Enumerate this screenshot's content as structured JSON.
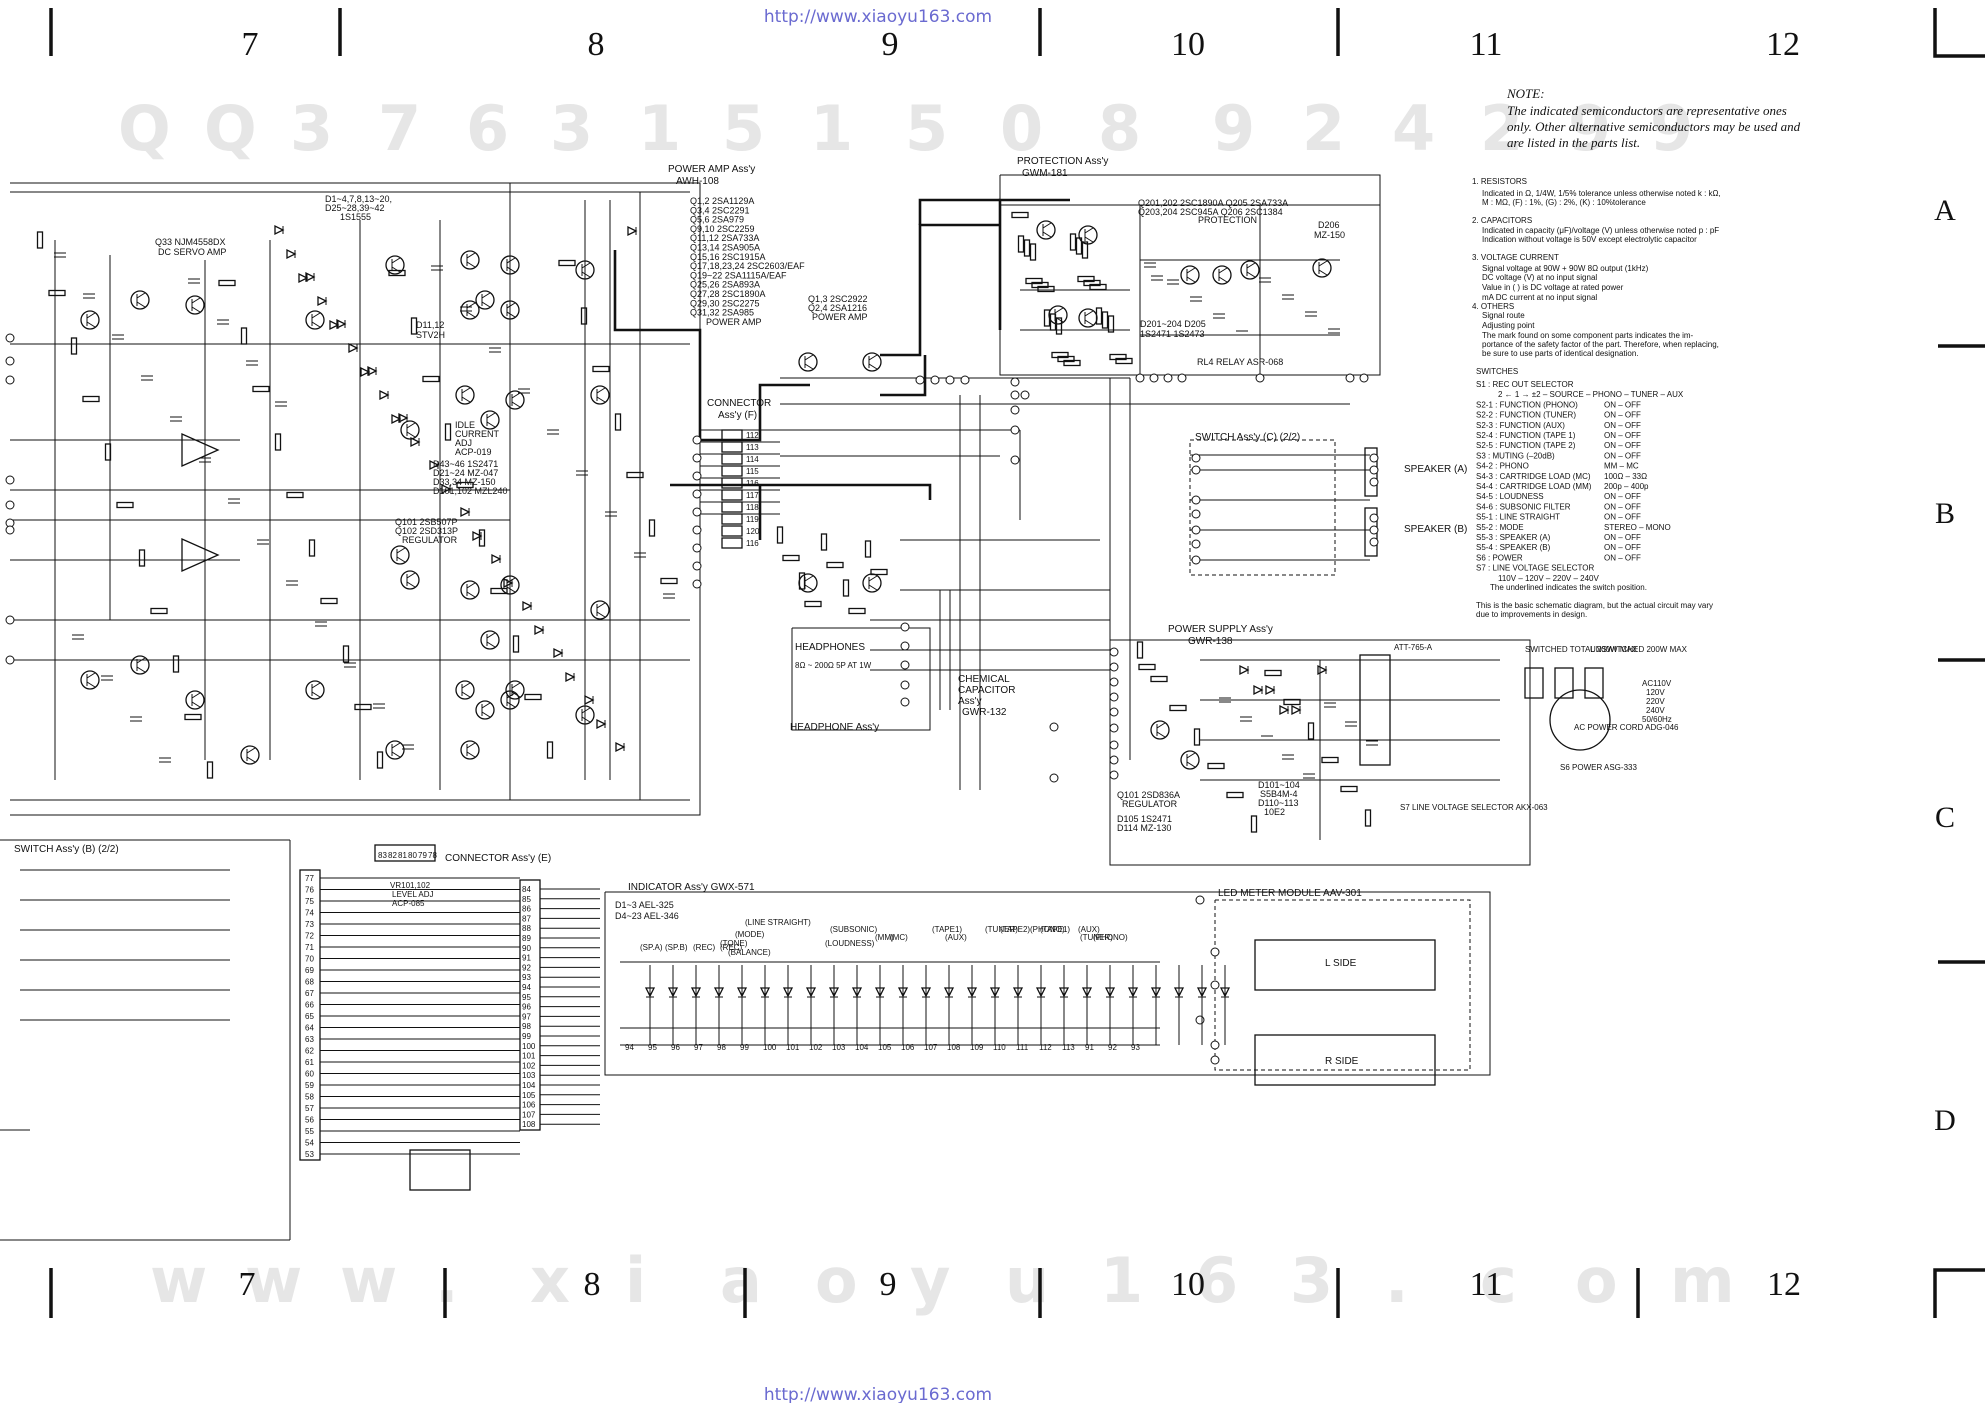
{
  "watermark": {
    "url": "http://www.xiaoyu163.com",
    "serial_chars": [
      "Q",
      "Q",
      "3",
      "7",
      "6",
      "3",
      "1",
      "5",
      "1",
      "5",
      "0",
      "8",
      "9",
      "2",
      "4",
      "2",
      "9",
      "9"
    ],
    "footer_chars": [
      "w",
      "w",
      "w",
      ".",
      "x",
      "i",
      "a",
      "o",
      "y",
      "u",
      "1",
      "6",
      "3",
      ".",
      "c",
      "o",
      "m"
    ]
  },
  "grid": {
    "columns": [
      "7",
      "8",
      "9",
      "10",
      "11",
      "12"
    ],
    "rows": [
      "A",
      "B",
      "C",
      "D"
    ]
  },
  "note": {
    "heading": "NOTE:",
    "lines": [
      "The indicated semiconductors are representative ones",
      "only. Other alternative semiconductors may be used and",
      "are listed in the parts list."
    ]
  },
  "legend": {
    "lines": [
      "1. RESISTORS",
      "Indicated in Ω, 1/4W, 1/5% tolerance unless otherwise noted k : kΩ,",
      "M : MΩ, (F) : 1%, (G) : 2%, (K) : 10%tolerance",
      "2. CAPACITORS",
      "Indicated in capacity (μF)/voltage (V) unless otherwise noted p : pF",
      "Indication without voltage is 50V except electrolytic capacitor",
      "3. VOLTAGE CURRENT",
      "Signal voltage at 90W + 90W 8Ω output (1kHz)",
      "DC voltage (V) at no input signal",
      "Value in ( ) is DC voltage at rated power",
      "mA DC current at no input signal",
      "4. OTHERS",
      "Signal route",
      "Adjusting point",
      "The mark found on some component parts indicates the im-",
      "portance of the safety factor of the part. Therefore, when replacing,",
      "be sure to use parts of identical designation."
    ],
    "switches_title": "SWITCHES",
    "switches": [
      [
        "S1 : REC OUT SELECTOR",
        ""
      ],
      [
        "2 ← 1 → ±2 – SOURCE – PHONO – TUNER – AUX",
        ""
      ],
      [
        "S2-1 : FUNCTION (PHONO)",
        "ON – OFF"
      ],
      [
        "S2-2 : FUNCTION (TUNER)",
        "ON – OFF"
      ],
      [
        "S2-3 : FUNCTION (AUX)",
        "ON – OFF"
      ],
      [
        "S2-4 : FUNCTION (TAPE 1)",
        "ON – OFF"
      ],
      [
        "S2-5 : FUNCTION (TAPE 2)",
        "ON – OFF"
      ],
      [
        "S3 : MUTING (–20dB)",
        "ON – OFF"
      ],
      [
        "S4-2 : PHONO",
        "MM – MC"
      ],
      [
        "S4-3 : CARTRIDGE LOAD (MC)",
        "100Ω – 33Ω"
      ],
      [
        "S4-4 : CARTRIDGE LOAD (MM)",
        "200p – 400p"
      ],
      [
        "S4-5 : LOUDNESS",
        "ON – OFF"
      ],
      [
        "S4-6 : SUBSONIC FILTER",
        "ON – OFF"
      ],
      [
        "S5-1 : LINE STRAIGHT",
        "ON – OFF"
      ],
      [
        "S5-2 : MODE",
        "STEREO – MONO"
      ],
      [
        "S5-3 : SPEAKER (A)",
        "ON – OFF"
      ],
      [
        "S5-4 : SPEAKER (B)",
        "ON – OFF"
      ],
      [
        "S6 : POWER",
        "ON – OFF"
      ],
      [
        "S7 : LINE VOLTAGE SELECTOR",
        ""
      ],
      [
        "110V – 120V – 220V – 240V",
        ""
      ]
    ],
    "underline_note": "The underlined indicates the switch position.",
    "basic_note": [
      "This is the basic schematic diagram, but the actual circuit may vary",
      "due to improvements in design."
    ]
  },
  "blocks": {
    "power_amp": {
      "title": "POWER AMP Ass'y",
      "part": "AWH-108"
    },
    "protection": {
      "title": "PROTECTION Ass'y",
      "part": "GWM-181",
      "sub": "PROTECTION"
    },
    "connector_f": {
      "title": "CONNECTOR",
      "part": "Ass'y (F)"
    },
    "switch_c": {
      "title": "SWITCH Ass'y (C) (2/2)"
    },
    "power_supply": {
      "title": "POWER SUPPLY Ass'y",
      "part": "GWR-138"
    },
    "headphone": {
      "title": "HEADPHONE Ass'y",
      "jack": "HEADPHONES",
      "spec": "8Ω ~ 200Ω  5P AT 1W"
    },
    "chemical_cap": {
      "lines": [
        "CHEMICAL",
        "CAPACITOR",
        "Ass'y",
        "GWR-132"
      ]
    },
    "switch_b": {
      "title": "SWITCH Ass'y (B) (2/2)"
    },
    "connector_e": {
      "title": "CONNECTOR Ass'y (E)"
    },
    "indicator": {
      "title": "INDICATOR Ass'y  GWX-571",
      "d1": "D1~3  AEL-325",
      "d4": "D4~23  AEL-346"
    },
    "led_meter": {
      "title": "LED METER MODULE  AAV-301",
      "l_side": "L SIDE",
      "r_side": "R SIDE"
    },
    "speaker_a": "SPEAKER (A)",
    "speaker_b": "SPEAKER (B)",
    "ac_outlets": {
      "switched": "SWITCHED TOTAL 200W MAX",
      "unswitched": "UNSWITCHED 200W MAX"
    },
    "ac_in": [
      "AC110V",
      "120V",
      "220V",
      "240V",
      "50/60Hz"
    ],
    "ac_cord": "AC POWER CORD ADG-046",
    "s6": "S6 POWER ASG-333",
    "s7": "S7 LINE VOLTAGE SELECTOR AKX-063",
    "transformer": "ATT-765-A",
    "rl4": "RL4 RELAY  ASR-068",
    "vr101": [
      "VR101,102",
      "LEVEL ADJ",
      "ACP-085"
    ]
  },
  "parts": {
    "q33": [
      "Q33 NJM4558DX",
      "DC SERVO AMP"
    ],
    "diodes": [
      "D1~4,7,8,13~20,",
      "D25~28,39~42",
      "1S1555"
    ],
    "d11": [
      "D11,12",
      "STV2H"
    ],
    "d43": [
      "D43~46  1S2471",
      "D21~24  MZ-047",
      "D33,34  MZ-150",
      "D101,102  MZL240"
    ],
    "q101": [
      "Q101  2SB507P",
      "Q102  2SD313P",
      "REGULATOR"
    ],
    "transistors": [
      "Q1,2  2SA1129A",
      "Q3,4  2SC2291",
      "Q5,6  2SA979",
      "Q9,10  2SC2259",
      "Q11,12  2SA733A",
      "Q13,14  2SA905A",
      "Q15,16  2SC1915A",
      "Q17,18,23,24  2SC2603/EAF",
      "Q19~22  2SA1115A/EAF",
      "Q25,26  2SA893A",
      "Q27,28  2SC1890A",
      "Q29,30  2SC2275",
      "Q31,32  2SA985",
      "POWER AMP"
    ],
    "q13": [
      "Q1,3  2SC2922",
      "Q2,4  2SA1216",
      "POWER AMP"
    ],
    "prot_q": [
      "Q201,202  2SC1890A  Q205  2SA733A",
      "Q203,204  2SC945A  Q206  2SC1384"
    ],
    "d206": [
      "D206",
      "MZ-150"
    ],
    "d201": [
      "D201~204  D205",
      "1S2471  1S2473"
    ],
    "ps_q": [
      "Q101  2SD836A",
      "REGULATOR",
      "D105  1S2471",
      "D114  MZ-130"
    ],
    "ps_d": [
      "D101~104",
      "S5B4M-4",
      "D110~113",
      "10E2"
    ],
    "idle": [
      "IDLE",
      "CURRENT",
      "ADJ",
      "ACP-019"
    ]
  },
  "indicator_labels": [
    "(LINE STRAIGHT)",
    "(MODE)",
    "(TONE)",
    "(BALANCE)",
    "(SUBSONIC)",
    "(LOUDNESS)",
    "(MM)",
    "(MC)",
    "(TAPE1)",
    "(AUX)",
    "(TUNER)",
    "(PHONO)",
    "(TAPE2)",
    "(TAPE1)",
    "(AUX)",
    "(TUNER)",
    "(PHONO)",
    "(SP.A)",
    "(SP.B)",
    "(REC)",
    "(REC)"
  ],
  "pins": {
    "connector_f": [
      "112",
      "113",
      "114",
      "115",
      "116",
      "117",
      "118",
      "119",
      "120",
      "116"
    ],
    "connector_e_left": [
      "77",
      "76",
      "75",
      "74",
      "73",
      "72",
      "71",
      "70",
      "69",
      "68",
      "67",
      "66",
      "65",
      "64",
      "63",
      "62",
      "61",
      "60",
      "59",
      "58",
      "57",
      "56",
      "55",
      "54",
      "53"
    ],
    "connector_e_right": [
      "84",
      "85",
      "86",
      "87",
      "88",
      "89",
      "90",
      "91",
      "92",
      "93",
      "94",
      "95",
      "96",
      "97",
      "98",
      "99",
      "100",
      "101",
      "102",
      "103",
      "104",
      "105",
      "106",
      "107",
      "108"
    ],
    "indicator_bottom": [
      "94",
      "95",
      "96",
      "97",
      "98",
      "99",
      "100",
      "101",
      "102",
      "103",
      "104",
      "105",
      "106",
      "107",
      "108",
      "109",
      "110",
      "111",
      "112",
      "113",
      "91",
      "92",
      "93"
    ],
    "top_connector": [
      "83",
      "82",
      "81",
      "80",
      "79",
      "78"
    ]
  }
}
